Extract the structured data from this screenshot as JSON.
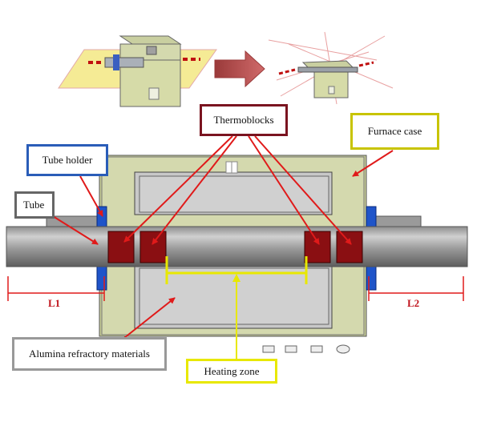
{
  "labels": {
    "thermoblocks": "Thermoblocks",
    "furnace_case": "Furnace case",
    "tube_holder": "Tube holder",
    "tube": "Tube",
    "alumina": "Alumina refractory materials",
    "heating_zone": "Heating zone"
  },
  "dimensions": {
    "l1": "L1",
    "l2": "L2"
  },
  "colors": {
    "thermoblocks_border": "#7a1420",
    "furnace_case_border": "#c8c400",
    "tube_holder_border": "#2a5db8",
    "tube_border": "#666666",
    "alumina_border": "#999999",
    "heating_zone_border": "#e8e800",
    "arrow": "#e01a1a",
    "furnace_body": "#d4d9ae",
    "thermoblock_fill": "#8a0f12",
    "tube_holder_fill": "#1f54c9"
  }
}
